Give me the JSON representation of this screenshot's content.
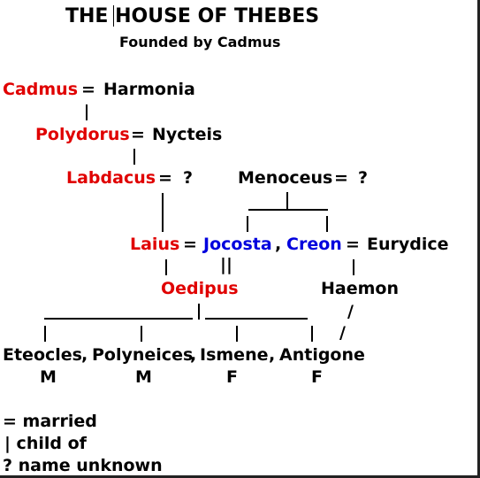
{
  "title": "THE HOUSE OF THEBES",
  "subtitle": "Founded by Cadmus",
  "symbols": {
    "married": "=",
    "child": "|",
    "unknown": "?",
    "sep": ",",
    "twins": "||",
    "slash": "/"
  },
  "gen1": {
    "cadmus": "Cadmus",
    "harmonia": "Harmonia"
  },
  "gen2": {
    "polydorus": "Polydorus",
    "nycteis": "Nycteis"
  },
  "gen3": {
    "labdacus": "Labdacus",
    "menoceus": "Menoceus"
  },
  "gen4": {
    "laius": "Laius",
    "jocosta": "Jocosta",
    "creon": "Creon",
    "eurydice": "Eurydice"
  },
  "gen5": {
    "oedipus": "Oedipus",
    "haemon": "Haemon"
  },
  "children": [
    {
      "name": "Eteocles",
      "sex": "M"
    },
    {
      "name": "Polyneices",
      "sex": "M"
    },
    {
      "name": "Ismene",
      "sex": "F"
    },
    {
      "name": "Antigone",
      "sex": "F"
    }
  ],
  "legend": {
    "married": "= married",
    "child": "| child of",
    "unknown": "? name unknown"
  },
  "colors": {
    "ruler": "#e00000",
    "jocasta_creon": "#0000dd",
    "other": "#000000"
  }
}
